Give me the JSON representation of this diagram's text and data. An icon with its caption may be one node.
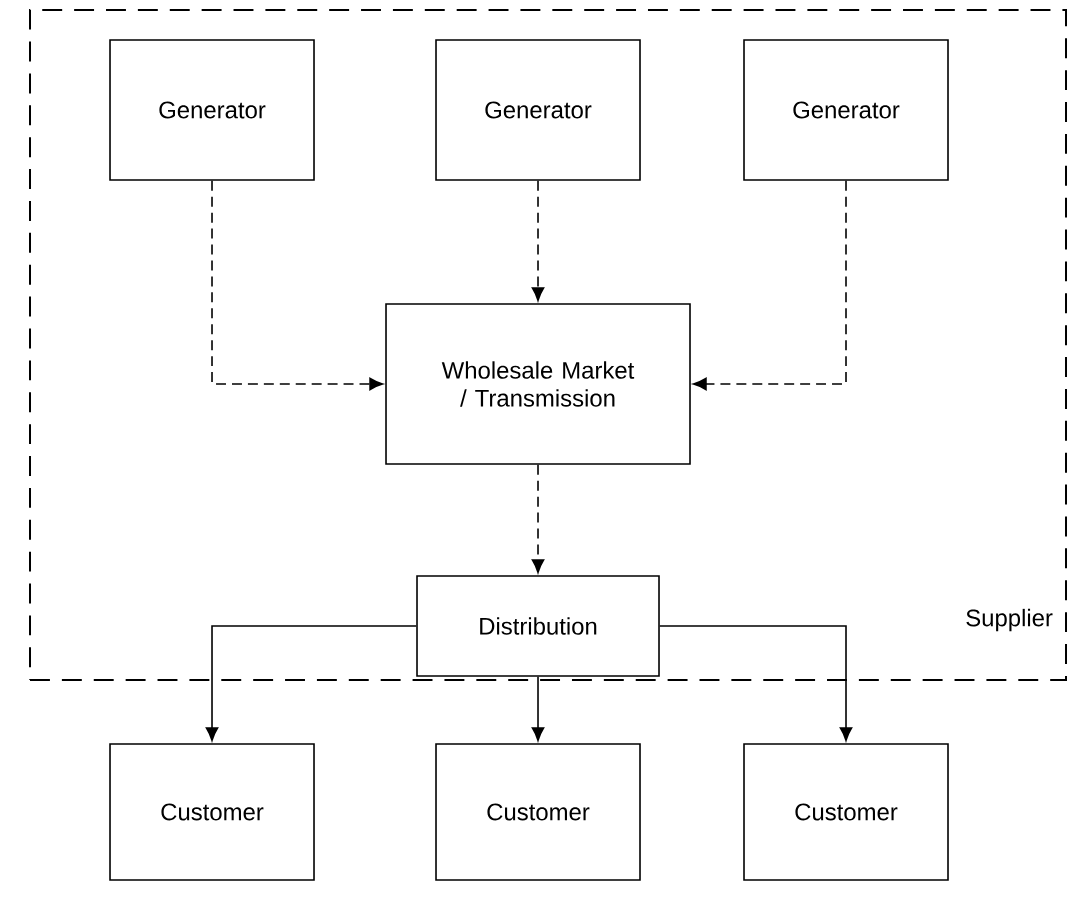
{
  "diagram": {
    "nodes": [
      {
        "text": [
          "Supplier"
        ]
      },
      {
        "text": [
          "Generator"
        ],
        "in": 0
      },
      {
        "text": [
          "Generator"
        ],
        "in": 0
      },
      {
        "text": [
          "Generator"
        ],
        "in": 0
      },
      {
        "text": [
          "Wholesale Market / Transmission"
        ],
        "in": 0
      },
      {
        "text": [
          "Distribution"
        ],
        "in": 0
      },
      {
        "text": [
          "Customer"
        ]
      },
      {
        "text": [
          "Customer"
        ]
      },
      {
        "text": [
          "Customer"
        ]
      }
    ],
    "edges": [
      {
        "from": 1,
        "to": 4,
        "arrow": "to",
        "style": "dashed"
      },
      {
        "from": 2,
        "to": 4,
        "arrow": "to",
        "style": "dashed"
      },
      {
        "from": 3,
        "to": 4,
        "arrow": "to",
        "style": "dashed"
      },
      {
        "from": 4,
        "to": 5,
        "arrow": "to",
        "style": "dashed"
      },
      {
        "from": 5,
        "to": 6,
        "arrow": "to"
      },
      {
        "from": 5,
        "to": 7,
        "arrow": "to"
      },
      {
        "from": 5,
        "to": 8,
        "arrow": "to"
      }
    ]
  }
}
